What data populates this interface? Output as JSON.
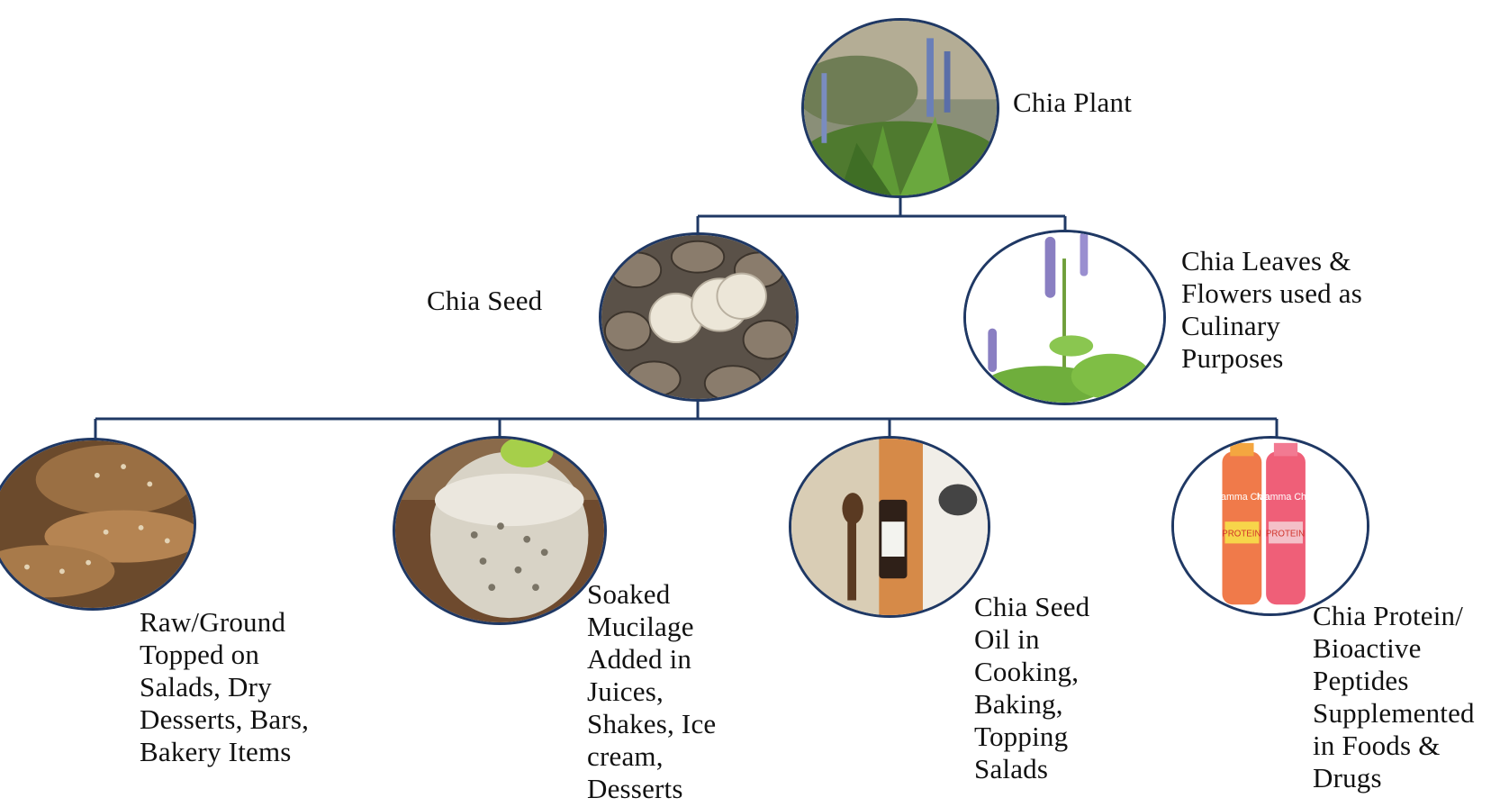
{
  "labels": {
    "plant": "Chia Plant",
    "seed": "Chia Seed",
    "leaves": "Chia Leaves &\nFlowers used as\nCulinary\nPurposes",
    "raw": "Raw/Ground\nTopped on\nSalads, Dry\nDesserts, Bars,\nBakery Items",
    "soaked": "Soaked\nMucilage\nAdded in\nJuices,\nShakes, Ice\ncream,\nDesserts",
    "oil": "Chia Seed\nOil in\nCooking,\nBaking,\nTopping\nSalads",
    "protein": "Chia Protein/\nBioactive\nPeptides\nSupplemented\nin Foods &\nDrugs"
  },
  "images": {
    "plant": "chia-plant-photo",
    "seed": "chia-seeds-closeup-photo",
    "leaves": "chia-flowers-photo",
    "raw": "seeded-bread-photo",
    "soaked": "chia-drink-glass-photo",
    "oil": "chia-oil-bottle-and-spoon-photo",
    "protein": "chia-protein-bottles-photo"
  },
  "product_text": {
    "brand": "Mamma Chia",
    "product": "PROTEIN"
  },
  "colors": {
    "connector": "#1f3864",
    "node_border": "#1f3864"
  }
}
